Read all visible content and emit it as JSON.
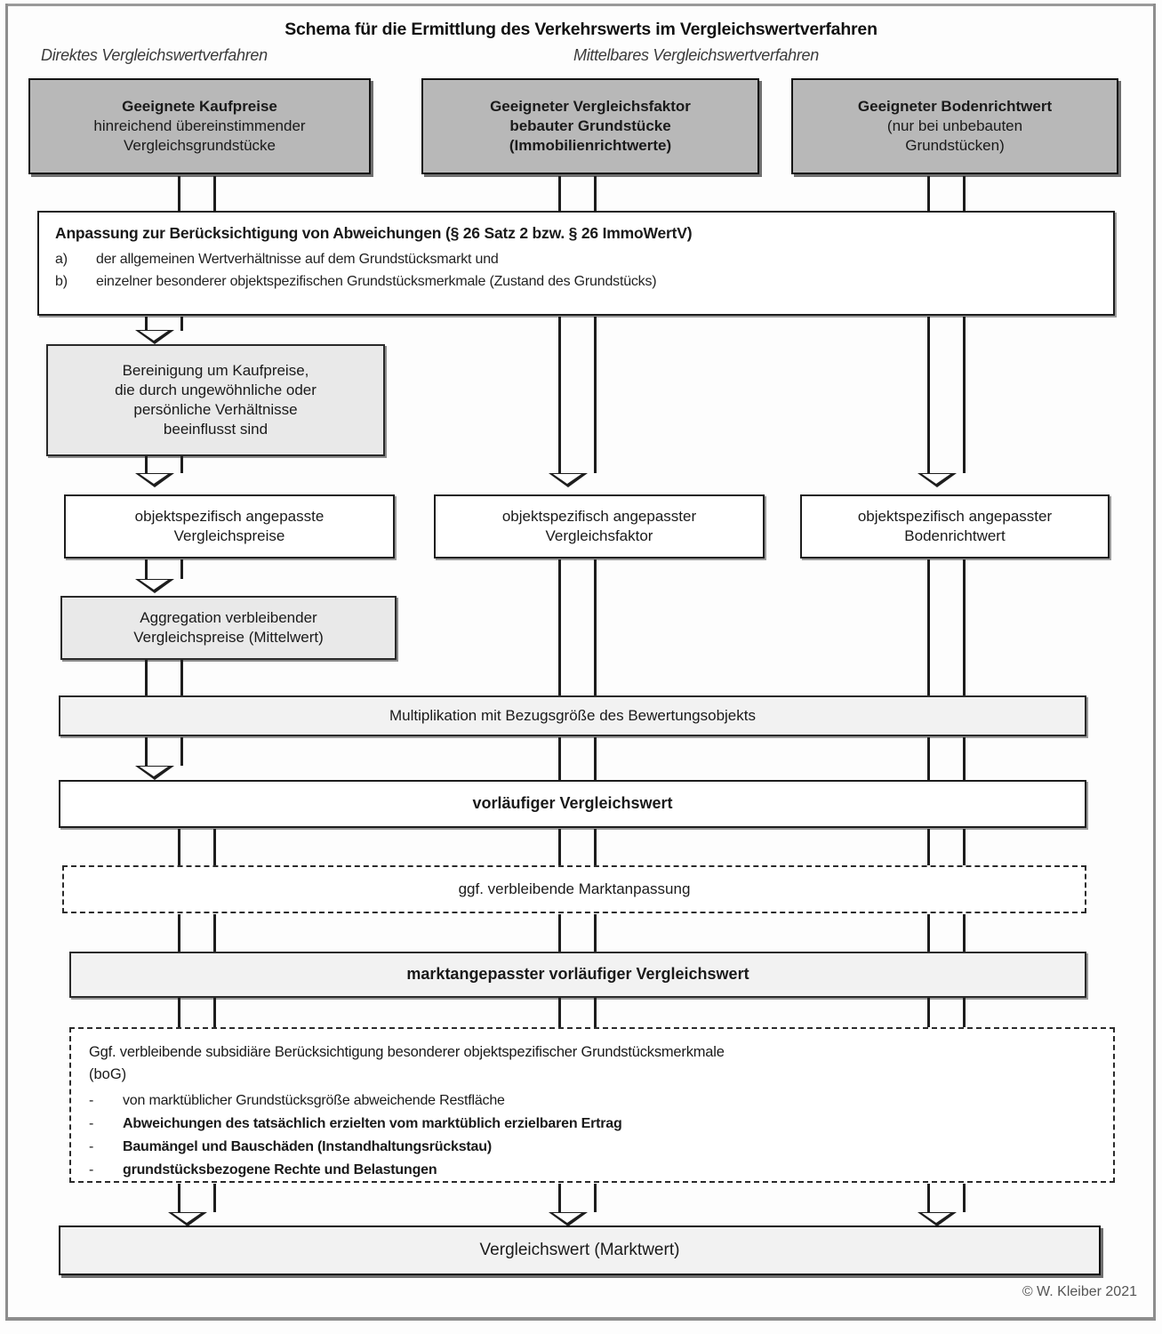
{
  "figure": {
    "title": "Schema für die Ermittlung des Verkehrswerts im Vergleichswertverfahren",
    "subtitle_left": "Direktes Vergleichswertverfahren",
    "subtitle_right": "Mittelbares Vergleichswertverfahren",
    "credit": "© W. Kleiber 2021",
    "colors": {
      "source_box_fill": "#b8b8b8",
      "step_box_fill": "#e9e9e9",
      "result_box_fill": "#f2f2f2",
      "plain_box_fill": "#ffffff",
      "line": "#1d1d1d"
    }
  },
  "sources": [
    {
      "id": "kaufpreise",
      "lines": [
        "Geeignete Kaufpreise",
        "hinreichend übereinstimmender",
        "Vergleichsgrundstücke"
      ]
    },
    {
      "id": "vergleichsfaktor",
      "lines": [
        "Geeigneter Vergleichsfaktor",
        "bebauter Grundstücke",
        "(Immobilienrichtwerte)"
      ]
    },
    {
      "id": "bodenrichtwert",
      "lines": [
        "Geeigneter Bodenrichtwert",
        "(nur bei unbebauten",
        "Grundstücken)"
      ]
    }
  ],
  "anpassung": {
    "header": "Anpassung zur Berücksichtigung von Abweichungen (§ 26 Satz 2 bzw. § 26 ImmoWertV)",
    "items": [
      {
        "marker": "a)",
        "text": "der allgemeinen Wertverhältnisse auf dem Grundstücksmarkt und"
      },
      {
        "marker": "b)",
        "text": "einzelner besonderer objektspezifischen Grundstücksmerkmale (Zustand des Grundstücks)"
      }
    ]
  },
  "bereinigung": {
    "lines": [
      "Bereinigung um Kaufpreise,",
      "die durch ungewöhnliche oder",
      "persönliche Verhältnisse",
      "beeinflusst sind"
    ]
  },
  "adjusted": [
    {
      "id": "vergleichspreise",
      "lines": [
        "objektspezifisch angepasste",
        "Vergleichspreise"
      ]
    },
    {
      "id": "vergleichsfaktor",
      "lines": [
        "objektspezifisch angepasster",
        "Vergleichsfaktor"
      ]
    },
    {
      "id": "bodenrichtwert",
      "lines": [
        "objektspezifisch angepasster",
        "Bodenrichtwert"
      ]
    }
  ],
  "aggregation": {
    "lines": [
      "Aggregation verbleibender",
      "Vergleichspreise (Mittelwert)"
    ]
  },
  "multiplikation": {
    "label": "Multiplikation mit Bezugsgröße des Bewertungsobjekts"
  },
  "vorlaeufig": {
    "label": "vorläufiger Vergleichswert"
  },
  "marktanpassung": {
    "label": "ggf. verbleibende Marktanpassung"
  },
  "marktangepasst": {
    "label": "marktangepasster vorläufiger Vergleichswert"
  },
  "bog": {
    "header_line1": "Ggf. verbleibende subsidiäre Berücksichtigung besonderer objektspezifischer Grundstücksmerkmale",
    "header_line2": "(boG)",
    "bullet_marker": "-",
    "items": [
      {
        "text": "von marktüblicher Grundstücksgröße abweichende Restfläche",
        "bold": false
      },
      {
        "text": "Abweichungen des tatsächlich erzielten vom marktüblich erzielbaren Ertrag",
        "bold": true
      },
      {
        "text": "Baumängel und Bauschäden (Instandhaltungsrückstau)",
        "bold": true
      },
      {
        "text": "grundstücksbezogene Rechte und Belastungen",
        "bold": true
      }
    ]
  },
  "result": {
    "label": "Vergleichswert (Marktwert)"
  }
}
